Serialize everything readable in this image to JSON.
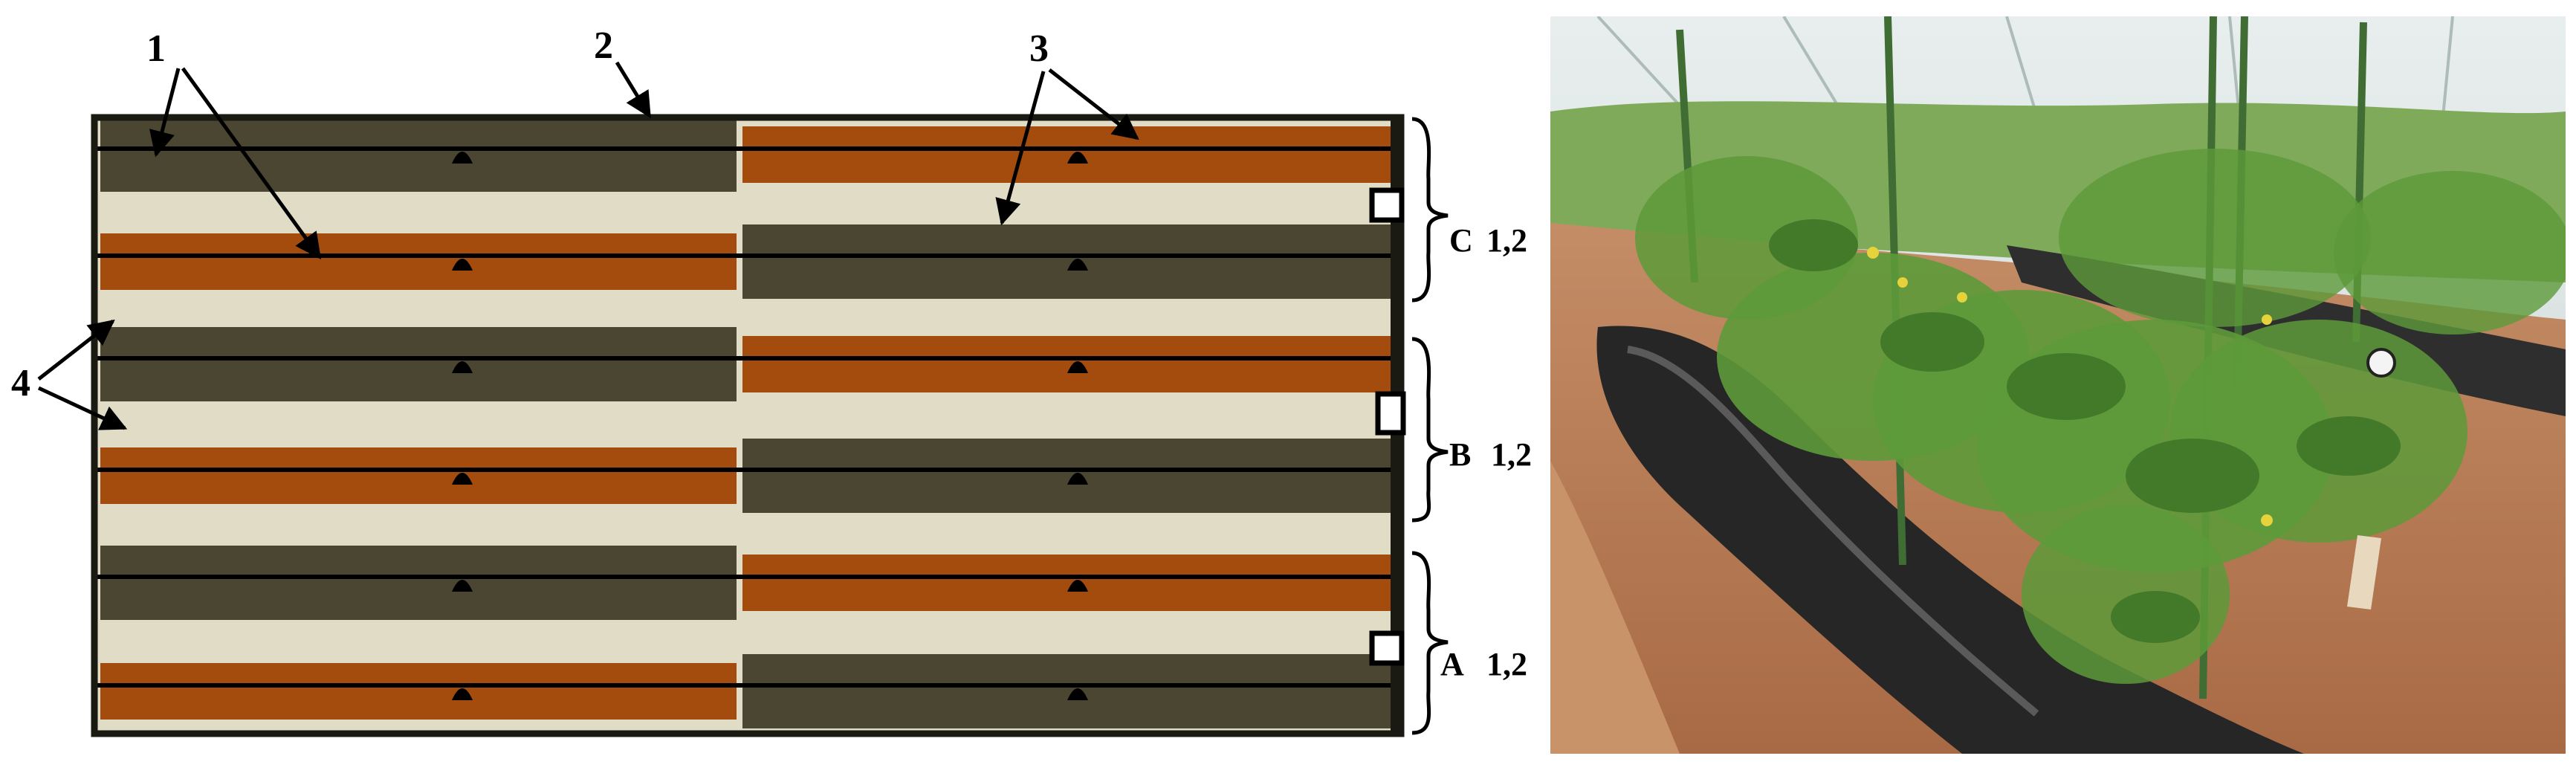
{
  "diagram": {
    "callouts": [
      "1",
      "2",
      "3",
      "4"
    ],
    "blocks": [
      {
        "letter": "A",
        "numbers": "1,2"
      },
      {
        "letter": "B",
        "numbers": "1,2"
      },
      {
        "letter": "C",
        "numbers": "1,2"
      }
    ],
    "colors": {
      "dark_row": "#4a4632",
      "orange_row": "#a34c0d",
      "path": "#e0dcc6",
      "border": "#1a1a12",
      "photo_sky": "#d9e4e2",
      "photo_soil": "#b97a53",
      "photo_plastic": "#2a2a2a",
      "photo_leaf": "#5d9a3a"
    }
  },
  "photo": {
    "subject": "tomato-plants-greenhouse"
  }
}
